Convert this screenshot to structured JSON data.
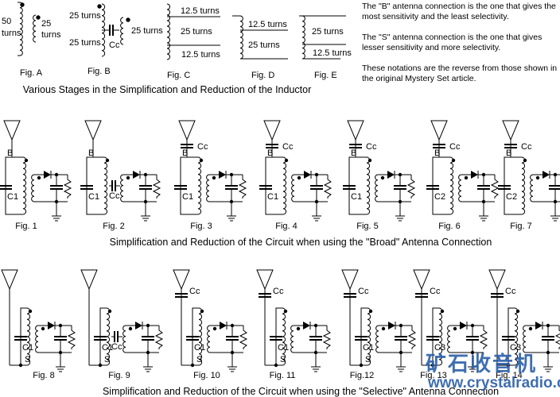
{
  "inductor_stages": {
    "caption": "Various Stages in the Simplification and Reduction of the Inductor",
    "figA": {
      "label": "Fig. A",
      "primary_top": "50",
      "primary_bottom": "turns",
      "secondary_top": "25",
      "secondary_bottom": "turns"
    },
    "figB": {
      "label": "Fig. B",
      "upper": "25 turns",
      "lower": "25 turns",
      "coupling": "Cc",
      "secondary": "25 turns"
    },
    "figC": {
      "label": "Fig. C",
      "top": "12.5 turns",
      "middle": "25 turns",
      "bottom": "12.5 turns"
    },
    "figD": {
      "label": "Fig. D",
      "top": "12.5 turns",
      "bottom": "25 turns"
    },
    "figE": {
      "label": "Fig. E",
      "top": "25 turns",
      "bottom": "12.5 turns"
    }
  },
  "notes": [
    "The \"B\"  antenna connection is the one that gives the most sensitivity and the least selectivity.",
    "The  \"S\"  antenna connection is the one that gives lesser sensitivity and more selectivity.",
    "These notations are the reverse from those shown in the original Mystery Set article."
  ],
  "broad_row": {
    "caption": "Simplification and Reduction of the Circuit when using the \"Broad\" Antenna Connection",
    "figures": [
      {
        "label": "Fig. 1",
        "cap": "C1",
        "conn": "B",
        "cc": ""
      },
      {
        "label": "Fig. 2",
        "cap": "C1",
        "conn": "B",
        "cc": "Cc"
      },
      {
        "label": "Fig. 3",
        "cap": "C1",
        "conn": "B",
        "cc": "Cc"
      },
      {
        "label": "Fig. 4",
        "cap": "C1",
        "conn": "B",
        "cc": "Cc"
      },
      {
        "label": "Fig. 5",
        "cap": "C1",
        "conn": "B",
        "cc": "Cc"
      },
      {
        "label": "Fig. 6",
        "cap": "C2",
        "conn": "B",
        "cc": "Cc"
      },
      {
        "label": "Fig. 7",
        "cap": "C2",
        "conn": "B",
        "cc": "Cc"
      }
    ]
  },
  "selective_row": {
    "caption": "Simplification and Reduction of the Circuit when using the \"Selective\" Antenna Connection",
    "figures": [
      {
        "label": "Fig. 8",
        "cap": "C1",
        "conn": "S",
        "cc": ""
      },
      {
        "label": "Fig. 9",
        "cap": "C1",
        "conn": "S",
        "cc": "Cc"
      },
      {
        "label": "Fig. 10",
        "cap": "C1",
        "conn": "S",
        "cc": "Cc"
      },
      {
        "label": "Fig. 11",
        "cap": "C1",
        "conn": "S",
        "cc": "Cc"
      },
      {
        "label": "Fig.12",
        "cap": "C1",
        "conn": "S",
        "cc": "Cc"
      },
      {
        "label": "Fig. 13",
        "cap": "C3",
        "conn": "",
        "cc": "Cc"
      },
      {
        "label": "Fig. 14",
        "cap": "C3",
        "conn": "",
        "cc": "Cc"
      }
    ]
  },
  "watermark": {
    "chinese": "矿石收音机",
    "url": "www.crystalradio.cn",
    "color": "#2b5fa8"
  }
}
